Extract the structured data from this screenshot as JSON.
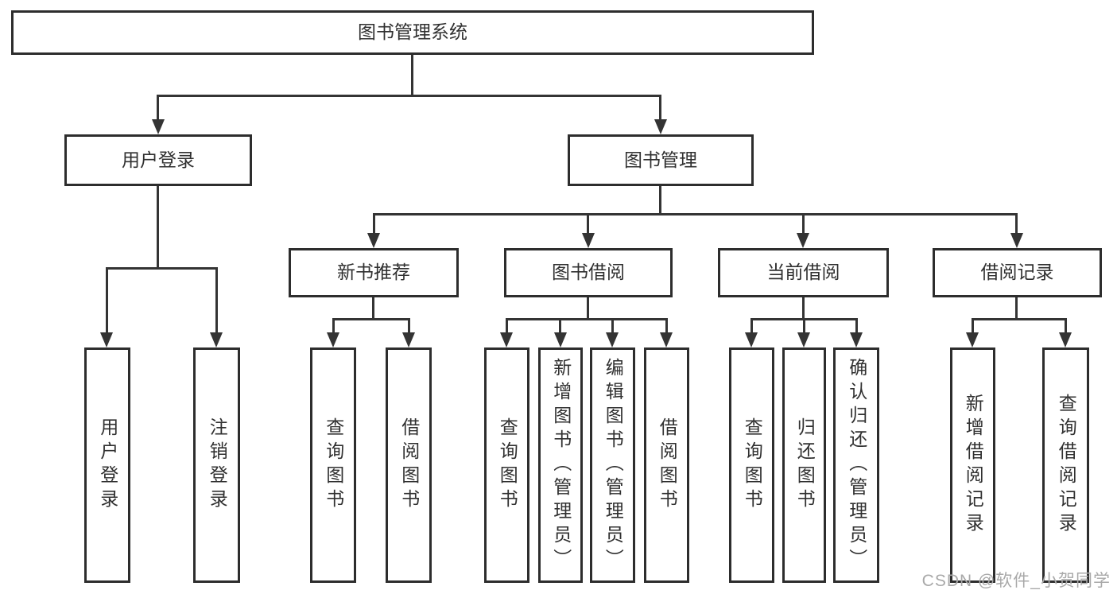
{
  "tree": {
    "root": "图书管理系统",
    "branches": [
      {
        "label": "用户登录",
        "children": [
          "用户登录",
          "注销登录"
        ]
      },
      {
        "label": "图书管理",
        "groups": [
          {
            "label": "新书推荐",
            "children": [
              "查询图书",
              "借阅图书"
            ]
          },
          {
            "label": "图书借阅",
            "children": [
              "查询图书",
              "新增图书（管理员）",
              "编辑图书（管理员）",
              "借阅图书"
            ]
          },
          {
            "label": "当前借阅",
            "children": [
              "查询图书",
              "归还图书",
              "确认归还（管理员）"
            ]
          },
          {
            "label": "借阅记录",
            "children": [
              "新增借阅记录",
              "查询借阅记录"
            ]
          }
        ]
      }
    ]
  },
  "watermark": "CSDN @软件_小贺同学",
  "colors": {
    "line": "#343434",
    "box_border": "#2d2d2d",
    "text": "#303030",
    "watermark": "#a9a9a9",
    "background": "#ffffff"
  }
}
